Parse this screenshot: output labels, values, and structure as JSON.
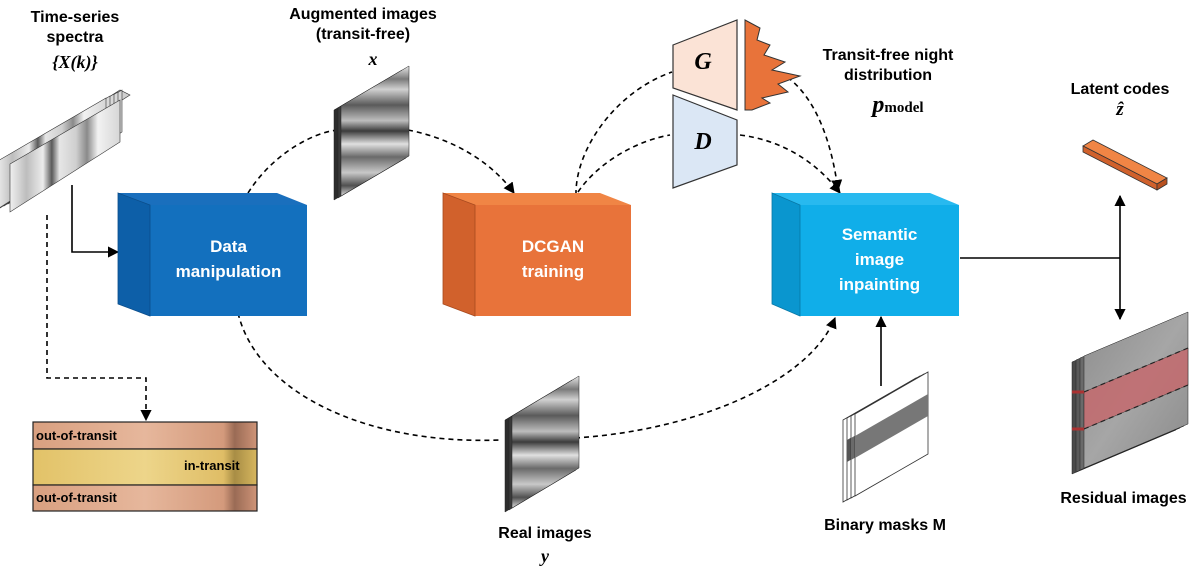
{
  "labels": {
    "time_series_line1": "Time-series",
    "time_series_line2": "spectra",
    "time_series_symbol": "{X(k)}",
    "augmented_line1": "Augmented images",
    "augmented_line2": "(transit-free)",
    "augmented_symbol": "x",
    "transit_free_line1": "Transit-free night",
    "transit_free_line2": "distribution",
    "p_model_main": "p",
    "p_model_sub": "model",
    "latent_title": "Latent codes",
    "latent_symbol": "ẑ",
    "real_images": "Real images",
    "real_symbol": "y",
    "binary_masks": "Binary masks M",
    "residual_images": "Residual images",
    "generator": "G",
    "discriminator": "D"
  },
  "boxes": {
    "data_manipulation": {
      "line1": "Data",
      "line2": "manipulation",
      "color": "#1370be"
    },
    "dcgan": {
      "line1": "DCGAN",
      "line2": "training",
      "color": "#e8733a"
    },
    "inpainting": {
      "line1": "Semantic",
      "line2": "image",
      "line3": "inpainting",
      "color": "#10aee9"
    }
  },
  "bands": {
    "top": "out-of-transit",
    "middle": "in-transit",
    "bottom": "out-of-transit"
  }
}
